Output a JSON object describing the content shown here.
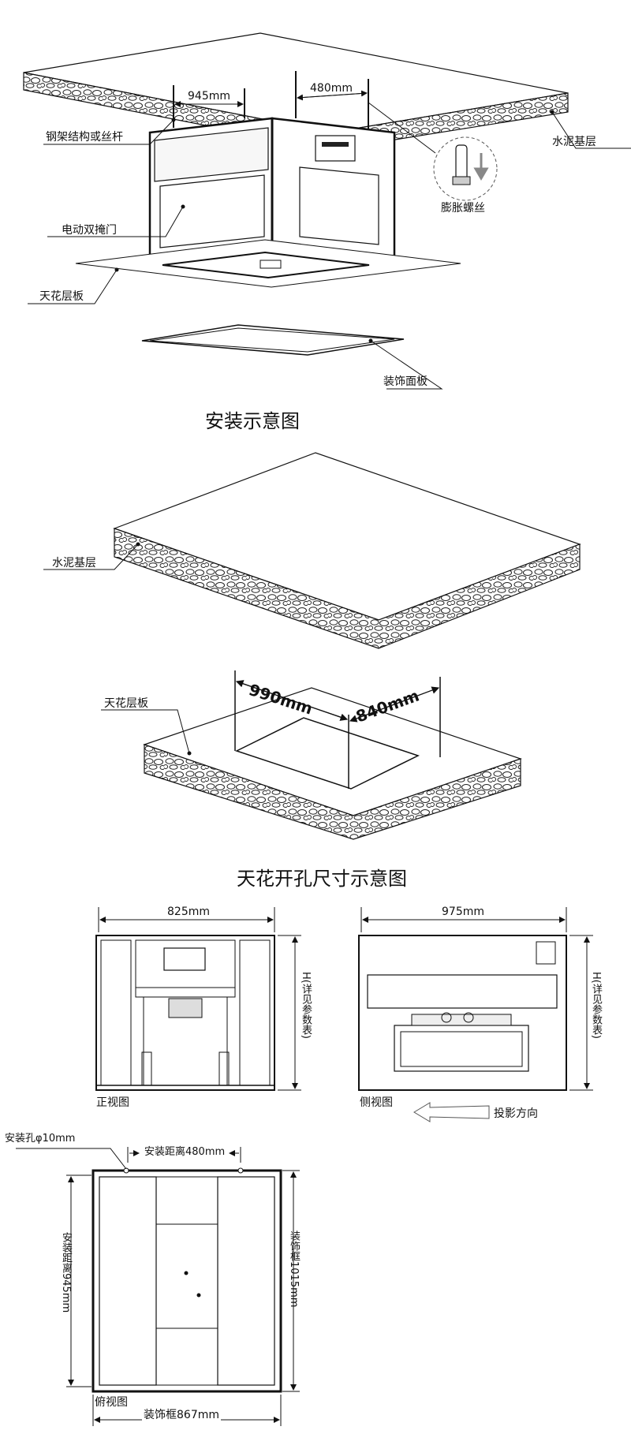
{
  "install": {
    "title": "安装示意图",
    "dim_945": "945mm",
    "dim_480": "480mm",
    "label_steel": "钢架结构或丝杆",
    "label_cement": "水泥基层",
    "label_bolt": "膨胀螺丝",
    "label_door": "电动双掩门",
    "label_ceiling": "天花层板",
    "label_panel": "装饰面板"
  },
  "opening": {
    "title": "天花开孔尺寸示意图",
    "label_cement": "水泥基层",
    "label_ceiling": "天花层板",
    "dim_990": "990mm",
    "dim_840": "840mm"
  },
  "front": {
    "dim_width": "825mm",
    "dim_height": "H(详见参数表)",
    "label": "正视图"
  },
  "side": {
    "dim_width": "975mm",
    "dim_height": "H(详见参数表)",
    "label": "侧视图",
    "projection": "投影方向"
  },
  "top": {
    "hole": "安装孔φ10mm",
    "dist_480": "安装距离480mm",
    "dist_945": "安装距离945mm",
    "frame_1015": "装饰框1015mm",
    "frame_867": "装饰框867mm",
    "label": "俯视图"
  },
  "colors": {
    "line": "#1a1a1a",
    "fill_light": "#f2f2f2",
    "grey": "#888888"
  }
}
